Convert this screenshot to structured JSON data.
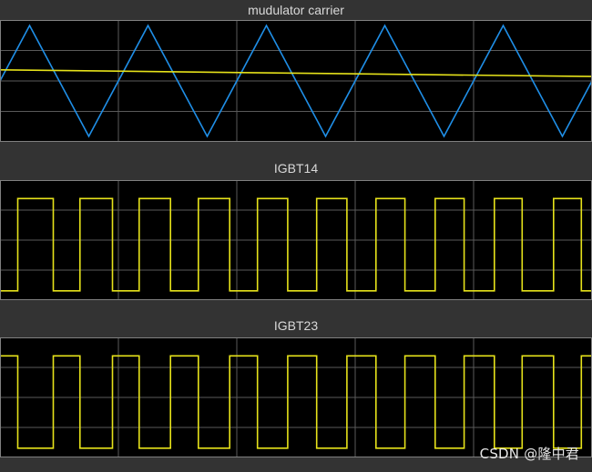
{
  "colors": {
    "figure_bg": "#333333",
    "axes_bg": "#000000",
    "grid": "#5a5a5a",
    "frame": "#808080",
    "title": "#d9d9d9",
    "carrier": "#1f8ee6",
    "modulator": "#e6e21a",
    "pulse": "#e6e21a"
  },
  "watermark": "CSDN @隆中君",
  "chart_data": [
    {
      "type": "line",
      "title": "mudulator carrier",
      "xlim": [
        0,
        10
      ],
      "ylim": [
        -1.1,
        1.1
      ],
      "grid": true,
      "series": [
        {
          "color": "#1f8ee6",
          "x": [
            0,
            0.5,
            1.5,
            2.5,
            3.5,
            4.5,
            5.5,
            6.5,
            7.5,
            8.5,
            9.5,
            10
          ],
          "y": [
            0,
            1,
            -1,
            1,
            -1,
            1,
            -1,
            1,
            -1,
            1,
            -1,
            0
          ]
        },
        {
          "color": "#e6e21a",
          "x": [
            0,
            10
          ],
          "y": [
            0.2,
            0.08
          ]
        }
      ]
    },
    {
      "type": "line",
      "title": "IGBT14",
      "xlim": [
        0,
        10
      ],
      "ylim": [
        -0.1,
        1.2
      ],
      "grid": true,
      "series": [
        {
          "color": "#e6e21a",
          "step_edges": [
            0.3,
            0.9,
            1.35,
            1.9,
            2.35,
            2.88,
            3.35,
            3.88,
            4.35,
            4.86,
            5.35,
            5.86,
            6.35,
            6.84,
            7.35,
            7.84,
            8.35,
            8.82,
            9.35,
            9.82
          ],
          "low": 0,
          "high": 1,
          "start_level": 0
        }
      ]
    },
    {
      "type": "line",
      "title": "IGBT23",
      "xlim": [
        0,
        10
      ],
      "ylim": [
        -0.1,
        1.2
      ],
      "grid": true,
      "series": [
        {
          "color": "#e6e21a",
          "step_edges": [
            0.3,
            0.9,
            1.35,
            1.9,
            2.35,
            2.88,
            3.35,
            3.88,
            4.35,
            4.86,
            5.35,
            5.86,
            6.35,
            6.84,
            7.35,
            7.84,
            8.35,
            8.82,
            9.35,
            9.82
          ],
          "low": 0,
          "high": 1,
          "start_level": 1
        }
      ]
    }
  ]
}
